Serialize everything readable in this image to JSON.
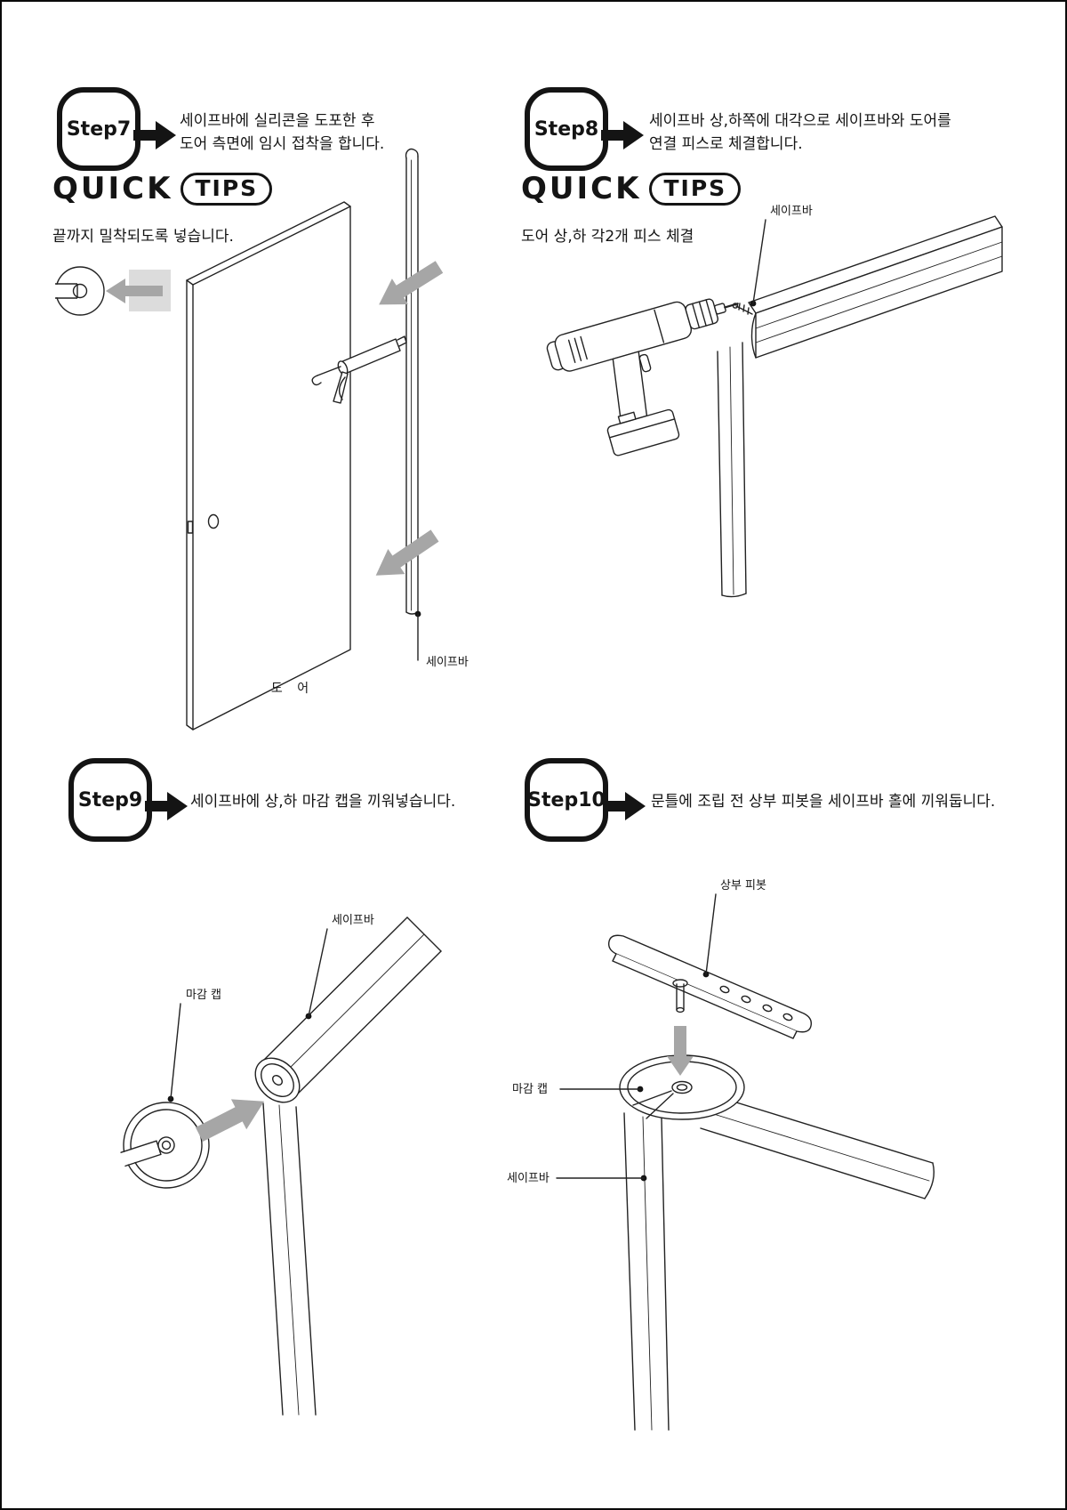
{
  "steps": [
    {
      "badge": "Step7",
      "description": "세이프바에 실리콘을 도포한 후\n도어 측면에 임시 접착을 합니다.",
      "quick_tips": {
        "quick": "QUICK",
        "tips": "TIPS"
      },
      "tip": "끝까지 밀착되도록 넣습니다.",
      "labels": {
        "safebar": "세이프바",
        "door": "도 어"
      }
    },
    {
      "badge": "Step8",
      "description": "세이프바 상,하쪽에 대각으로 세이프바와 도어를\n연결 피스로 체결합니다.",
      "quick_tips": {
        "quick": "QUICK",
        "tips": "TIPS"
      },
      "tip": "도어 상,하 각2개 피스 체결",
      "labels": {
        "safebar": "세이프바"
      }
    },
    {
      "badge": "Step9",
      "description": "세이프바에 상,하 마감 캡을 끼워넣습니다.",
      "labels": {
        "cap": "마감 캡",
        "safebar": "세이프바"
      }
    },
    {
      "badge": "Step10",
      "description": "문틀에 조립 전 상부 피봇을 세이프바 홀에 끼워둡니다.",
      "labels": {
        "pivot": "상부 피봇",
        "cap": "마감 캡",
        "safebar": "세이프바"
      }
    }
  ],
  "colors": {
    "line": "#222222",
    "arrow_gray": "#a6a6a6",
    "panel_gray": "#dcdcdc"
  }
}
